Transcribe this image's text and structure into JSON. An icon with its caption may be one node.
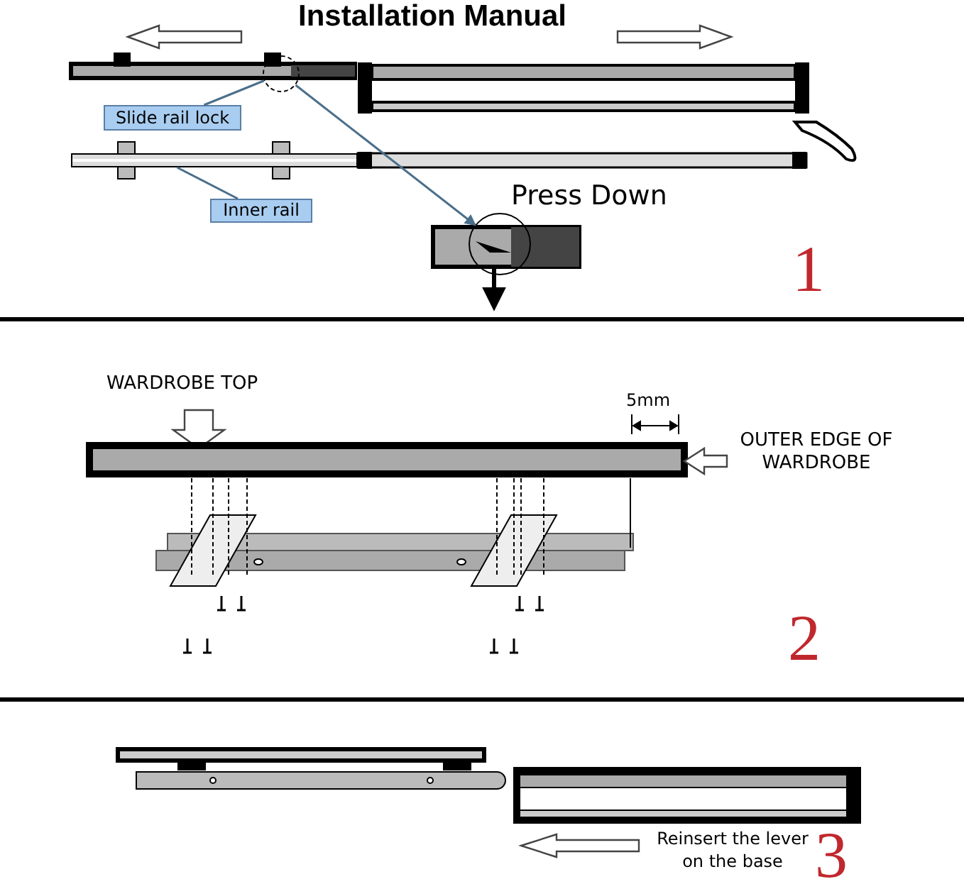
{
  "diagram": {
    "title": "Installation Manual",
    "nodes": [
      {
        "text": [
          "Slide rail lock"
        ]
      },
      {
        "text": [],
        "shape": "circle"
      },
      {
        "text": [
          "Inner rail"
        ]
      },
      {
        "text": [],
        "shape": "bar"
      },
      {
        "text": [],
        "shape": "circle"
      }
    ],
    "edges": [
      {
        "from": 0,
        "to": 1,
        "arrow": "none"
      },
      {
        "from": 2,
        "to": 3,
        "arrow": "none"
      },
      {
        "from": 1,
        "to": 4,
        "arrow": "to"
      }
    ],
    "labels": [
      "Press Down",
      "1",
      "WARDROBE TOP",
      "5mm",
      "OUTER EDGE OF WARDROBE",
      "2",
      "Reinsert the lever on the base",
      "3"
    ]
  }
}
